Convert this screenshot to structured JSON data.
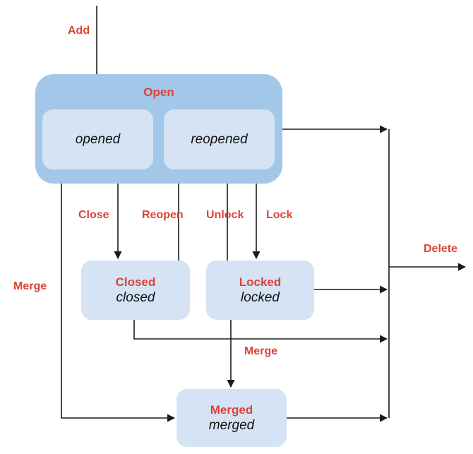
{
  "diagram": {
    "background_color": "#ffffff",
    "line_color": "#1a1a1a",
    "accent_red": "#db4437",
    "container_fill": "#a2c7e8",
    "state_fill": "#d5e3f5",
    "states": {
      "open": {
        "title": "Open",
        "substates": [
          {
            "name": "opened"
          },
          {
            "name": "reopened"
          }
        ]
      },
      "closed": {
        "title": "Closed",
        "name": "closed"
      },
      "locked": {
        "title": "Locked",
        "name": "locked"
      },
      "merged": {
        "title": "Merged",
        "name": "merged"
      }
    },
    "transitions": {
      "add": {
        "label": "Add"
      },
      "close": {
        "label": "Close"
      },
      "reopen": {
        "label": "Reopen"
      },
      "unlock": {
        "label": "Unlock"
      },
      "lock": {
        "label": "Lock"
      },
      "merge_from_open": {
        "label": "Merge"
      },
      "merge_from_locked": {
        "label": "Merge"
      },
      "delete": {
        "label": "Delete"
      }
    }
  }
}
